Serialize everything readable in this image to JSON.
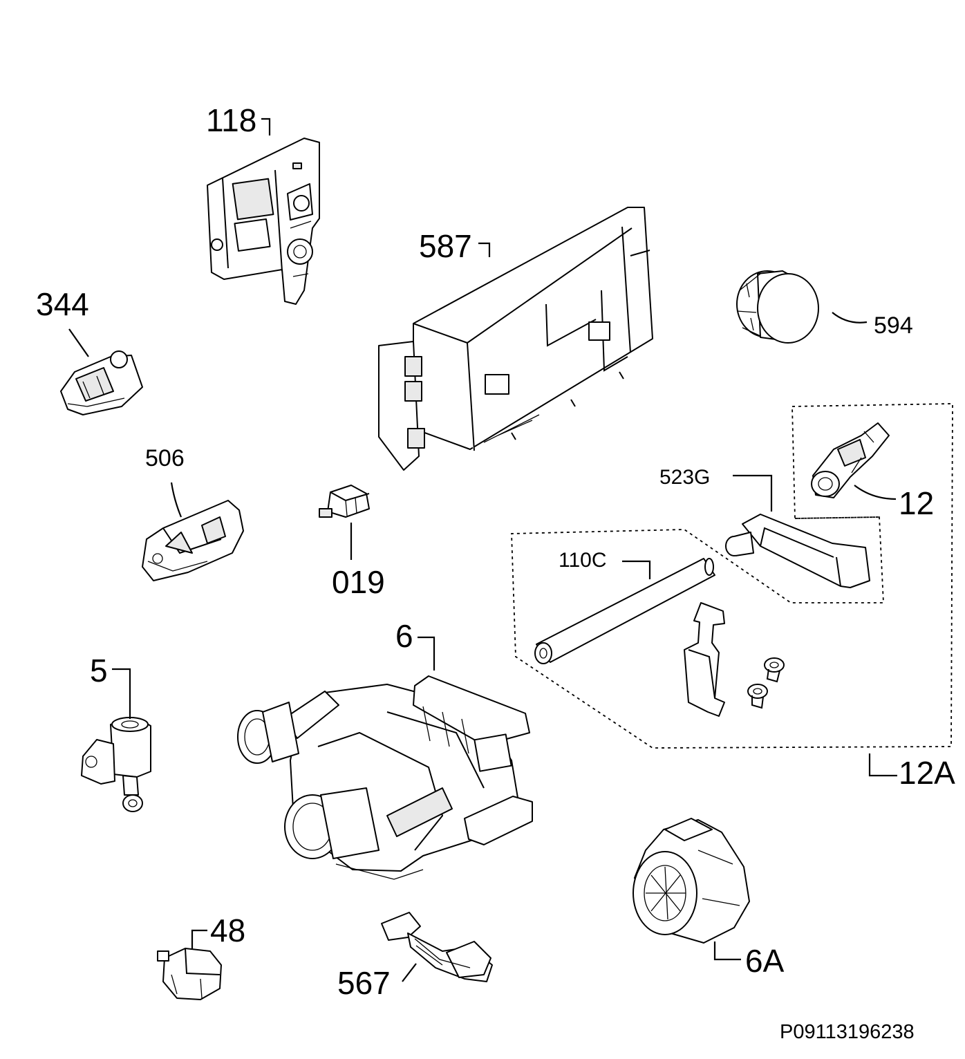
{
  "labels": {
    "l118": "118",
    "l587": "587",
    "l344": "344",
    "l594": "594",
    "l506": "506",
    "l523g": "523G",
    "l12": "12",
    "l019": "019",
    "l110c": "110C",
    "l6": "6",
    "l5": "5",
    "l12a": "12A",
    "l48": "48",
    "l567": "567",
    "l6a": "6A"
  },
  "drawing_id": "P09113196238"
}
